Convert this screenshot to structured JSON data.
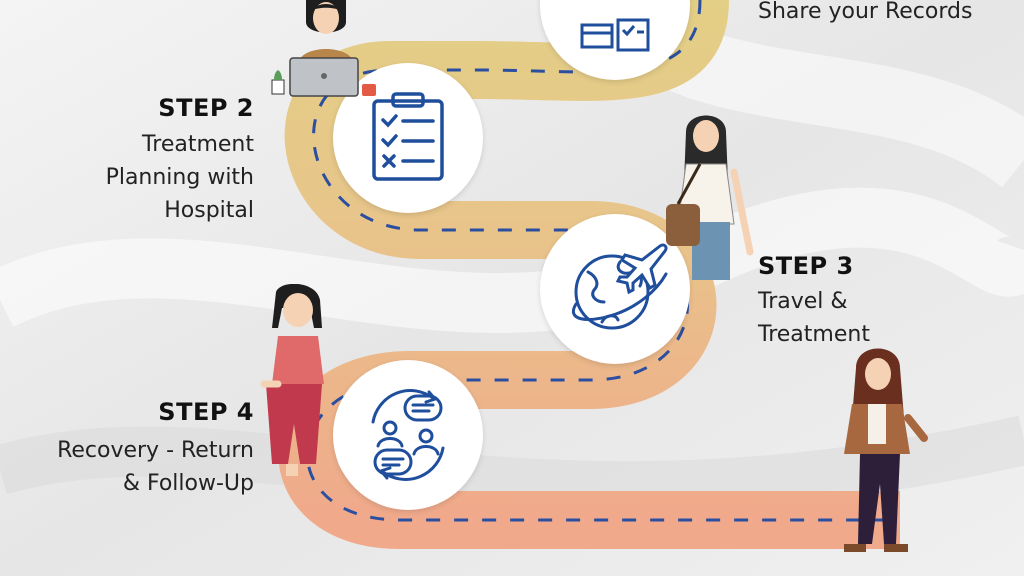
{
  "steps": [
    {
      "title": "",
      "desc_lines": [
        "Share your Records"
      ]
    },
    {
      "title": "STEP 2",
      "desc_lines": [
        "Treatment",
        "Planning with",
        "Hospital"
      ]
    },
    {
      "title": "STEP 3",
      "desc_lines": [
        "Travel &",
        "Treatment"
      ]
    },
    {
      "title": "STEP 4",
      "desc_lines": [
        "Recovery - Return",
        "& Follow-Up"
      ]
    }
  ],
  "icons": [
    "documents-icon",
    "clipboard-checklist-icon",
    "globe-airplane-icon",
    "consultation-icon"
  ],
  "colors": {
    "icon_blue": "#1f4e9c",
    "road_top": "#e3cf86",
    "road_bottom": "#f0a98b",
    "dash": "#2b4fa0"
  }
}
